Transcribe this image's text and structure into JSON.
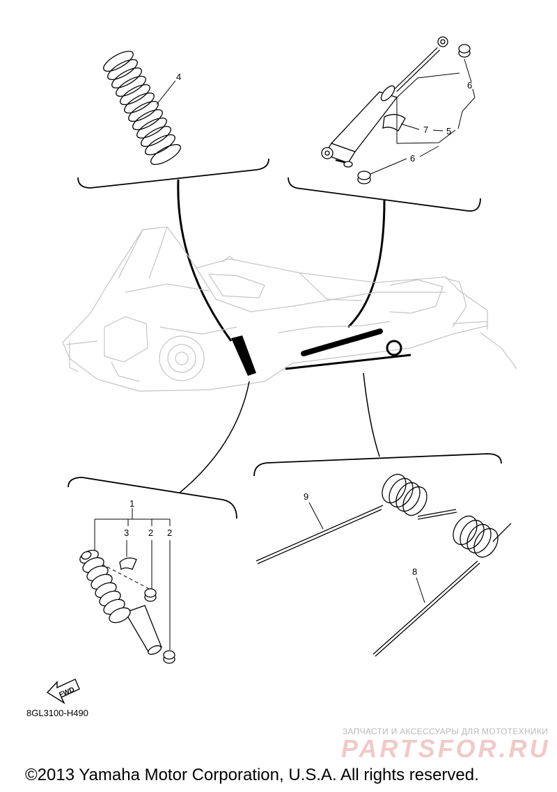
{
  "callouts": {
    "c1": "1",
    "c2a": "2",
    "c2b": "2",
    "c3": "3",
    "c4": "4",
    "c5": "5",
    "c6a": "6",
    "c6b": "6",
    "c7": "7",
    "c8": "8",
    "c9": "9"
  },
  "fwd_label": "FWD",
  "diagram_code": "8GL3100-H490",
  "watermark": {
    "tagline": "ЗАПЧАСТИ И АКСЕССУАРЫ ДЛЯ МОТОТЕХНИКИ",
    "logo": "PARTSFOR.RU"
  },
  "copyright": "©2013 Yamaha Motor Corporation, U.S.A. All rights reserved."
}
